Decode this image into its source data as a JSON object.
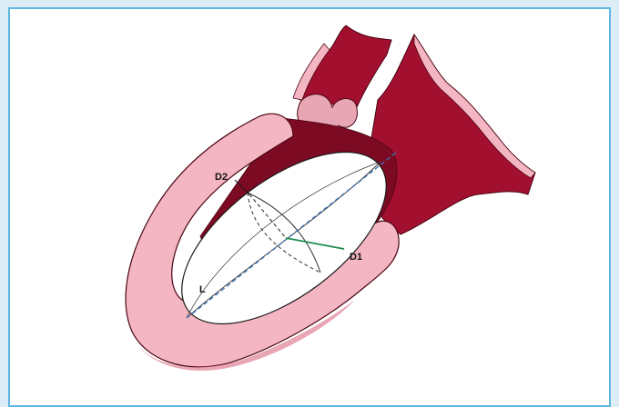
{
  "labels": {
    "d2": "D2",
    "d1": "D1",
    "l": "L"
  },
  "colors": {
    "frame_border": "#5fb6e0",
    "background": "#dcedf7",
    "myocardium": "#f4b6c2",
    "myocardium_dark": "#e58fa1",
    "chamber": "#a3102f",
    "chamber_dark": "#7c0a22",
    "ellipsoid": "#ffffff",
    "long_axis": "#3a6fb0",
    "d1_axis": "#1f8a4c"
  }
}
